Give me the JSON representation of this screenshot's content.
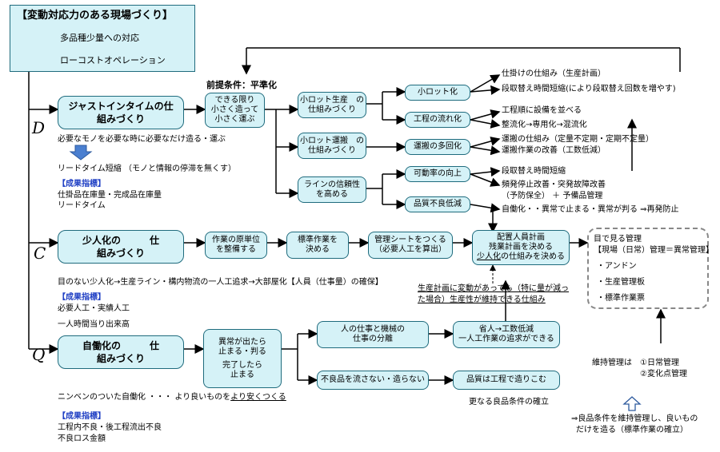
{
  "header": {
    "title": "【変動対応力のある現場づくり】",
    "line1": "多品種少量への対応",
    "line2": "ローコストオペレーション"
  },
  "premise": "前提条件：平準化",
  "labels": {
    "d": "D",
    "c": "C",
    "q": "Q"
  },
  "jit": {
    "title_1": "ジャストインタイムの仕",
    "title_2": "組みづくり",
    "note": "必要なモノを必要な時に必要なだけ造る・運ぶ",
    "leadtime": "リードタイム短縮 （モノと情報の停滞を無くす）",
    "kpi_title": "【成果指標】",
    "kpi_1": "仕掛品在庫量・完成品在庫量",
    "kpi_2": "リードタイム",
    "small": [
      "できる限り",
      "小さく造って",
      "小さく運ぶ"
    ],
    "mid1": [
      "小ロット生産　の",
      "仕組みづくり"
    ],
    "mid2": [
      "小ロット運搬　の",
      "仕組みづくり"
    ],
    "mid3": [
      "ラインの信頼性",
      "を高める"
    ],
    "r1": "小ロット化",
    "r2": "工程の流れ化",
    "r3": "運搬の多回化",
    "r4": "可動率の向上",
    "r5": "品質不良低減",
    "o1": "仕掛けの仕組み（生産計画）",
    "o2": "段取替え時間短縮(により段取替え回数を増やす)",
    "o3": "工程順に設備を並べる",
    "o4": "整流化→専用化→混流化",
    "o5": "運搬の仕組み（定量不定期・定期不定量）",
    "o6": "運搬作業の改善（工数低減）",
    "o7": "段取替え時間短縮",
    "o8": "頻発停止改善・突発故障改善",
    "o9": "（予防保全） ＋ 予備品管理",
    "o10": "自働化・・異常で止まる・異常が判る ⇒再発防止"
  },
  "shojinka": {
    "title_1": "少人化の　　　仕",
    "title_2": "組みづくり",
    "b1": [
      "作業の原単位",
      "を整備する"
    ],
    "b2": [
      "標準作業を",
      "決める"
    ],
    "b3": [
      "管理シートをつくる",
      "（必要人工を算出）"
    ],
    "b4": [
      "配置人員計画",
      "残業計画を決める"
    ],
    "b4_u": "少人化",
    "b4_tail": "の仕組みを決める",
    "note": "目のない少人化→生産ライン・構内物流の一人工追求→大部屋化【人員（仕事量）の確保】",
    "kpi_title": "【成果指標】",
    "kpi_1": "必要人工・実績人工",
    "kpi_2": "一人時間当り出来高",
    "plan_1": "生産計画に変動があっても（特に量が減っ",
    "plan_2": "た場合）生産性が維持できる仕組み"
  },
  "mieru": {
    "line1": "目で見る管理",
    "line2": "【現場（日常）管理＝異常管理】",
    "item1": "・アンドン",
    "item2": "・生産管理板",
    "item3": "・標準作業票"
  },
  "jidoka": {
    "title_1": "自働化の　　　仕",
    "title_2": "組みづくり",
    "left": [
      "異常が出たら",
      "止まる・判る",
      "完了したら",
      "止まる"
    ],
    "m1": [
      "人の仕事と機械の",
      "仕事の分離"
    ],
    "m2": "不良品を流さない・造らない",
    "r1": [
      "省人→工数低減",
      "一人工作業の追求ができる"
    ],
    "r2": "品質は工程で造りこむ",
    "note_pre": "ニンベンのついた自働化 ・・・ より良いものを",
    "note_u": "より安くつくる",
    "kpi_title": "【成果指標】",
    "kpi_1": "工程内不良・後工程流出不良",
    "kpi_2": "不良ロス金額",
    "further": "更なる良品条件の確立",
    "maint_label": "維持管理は",
    "maint_1": "①日常管理",
    "maint_2": "②変化点管理",
    "bottom_1": "⇒良品条件を維持管理し、良いもの",
    "bottom_2": "だけを造る（標準作業の確立）"
  }
}
